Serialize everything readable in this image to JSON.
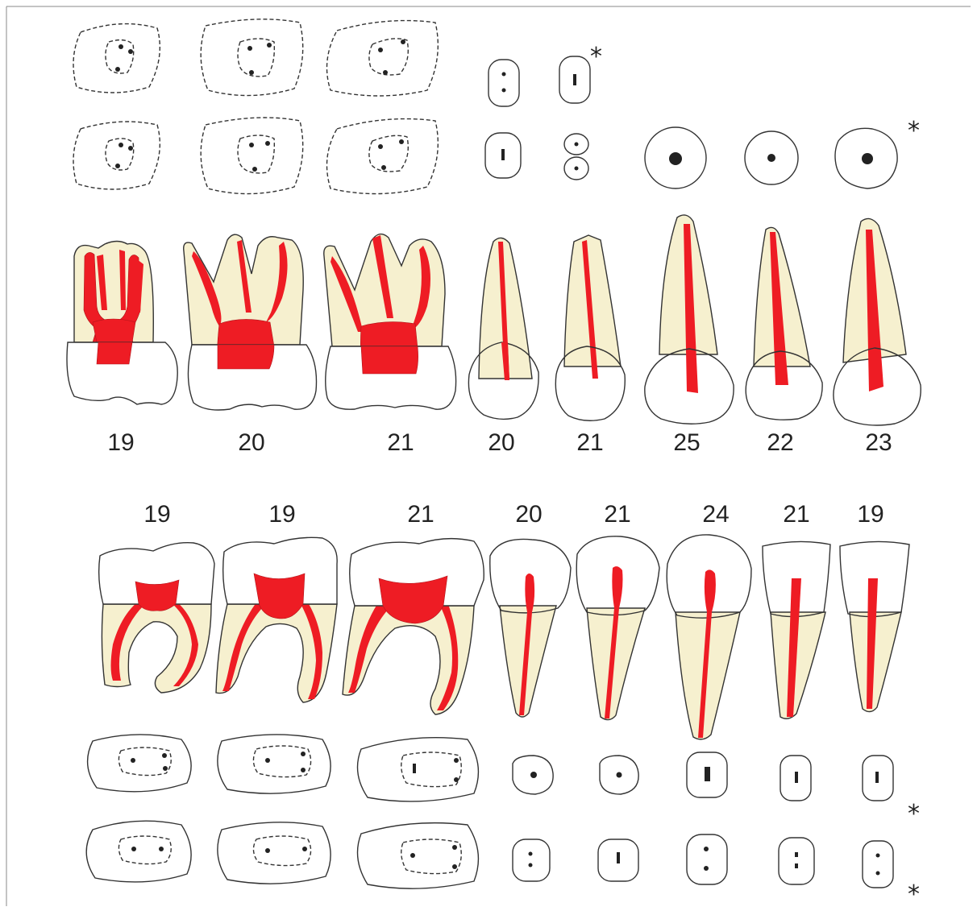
{
  "figure": {
    "upper_lengths": [
      "19",
      "20",
      "21",
      "20",
      "21",
      "25",
      "22",
      "23"
    ],
    "lower_lengths": [
      "19",
      "19",
      "21",
      "20",
      "21",
      "24",
      "21",
      "19"
    ],
    "asterisk": "*"
  },
  "colors": {
    "pulp": "#ee1c24",
    "dentin": "#f6f0cf",
    "outline": "#333333"
  }
}
